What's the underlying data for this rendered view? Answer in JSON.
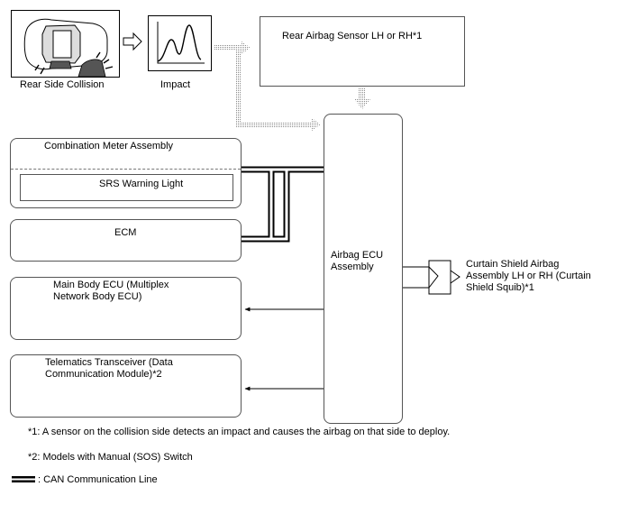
{
  "inputs": {
    "collision_label": "Rear Side Collision",
    "impact_label": "Impact"
  },
  "sensor": {
    "label": "Rear Airbag Sensor LH or RH*1"
  },
  "ecu": {
    "label": "Airbag ECU\nAssembly"
  },
  "combination_meter": {
    "label": "Combination Meter Assembly",
    "warning_light": "SRS Warning Light"
  },
  "ecm": {
    "label": "ECM"
  },
  "main_body_ecu": {
    "label": "Main Body ECU (Multiplex\nNetwork Body ECU)"
  },
  "telematics": {
    "label": "Telematics Transceiver (Data\nCommunication Module)*2"
  },
  "curtain_airbag": {
    "label": "Curtain Shield Airbag\nAssembly LH or RH (Curtain\nShield Squib)*1"
  },
  "notes": {
    "note1": "*1: A sensor on the collision side detects an impact and causes the airbag on that side to deploy.",
    "note2": "*2: Models with Manual (SOS) Switch"
  },
  "legend": {
    "can_line": ": CAN Communication Line"
  }
}
